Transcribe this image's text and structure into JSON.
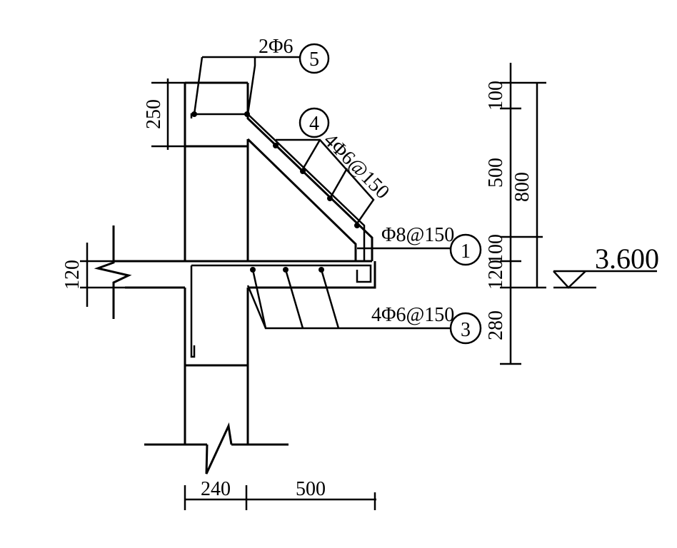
{
  "drawing": {
    "line_color": "#000000",
    "background": "#ffffff",
    "callouts": {
      "c5": {
        "number": "5",
        "rebar": "2Φ6"
      },
      "c4": {
        "number": "4",
        "rebar": "4Φ6@150"
      },
      "c1": {
        "number": "1",
        "rebar": "Φ8@150"
      },
      "c3": {
        "number": "3",
        "rebar": "4Φ6@150"
      }
    },
    "dimensions": {
      "left_top_250": "250",
      "left_slab_120": "120",
      "bottom_240": "240",
      "bottom_500": "500",
      "right_100_top": "100",
      "right_500": "500",
      "right_800": "800",
      "right_100_mid": "100",
      "right_120": "120",
      "right_280": "280"
    },
    "elevation": {
      "value": "3.600"
    }
  }
}
